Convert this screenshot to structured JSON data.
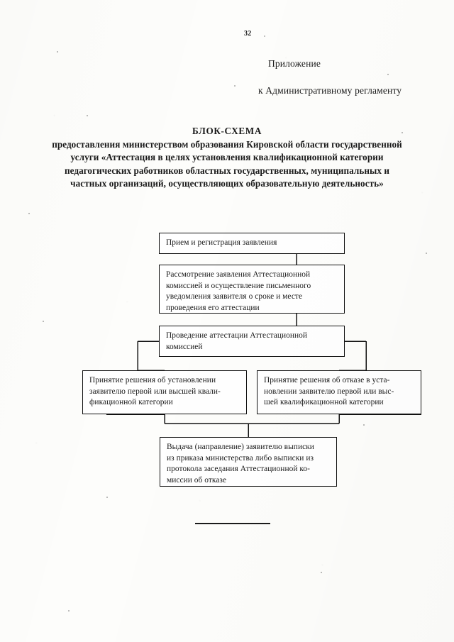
{
  "document": {
    "page_number": "32",
    "appendix": {
      "line1": "Приложение",
      "line2": "к Административному регламенту"
    },
    "title": {
      "heading": "БЛОК-СХЕМА",
      "line1": "предоставления министерством образования Кировской области",
      "line2": "государственной услуги «Аттестация в целях установления",
      "line3": "квалификационной категории педагогических работников",
      "line4": "областных государственных, муниципальных и частных",
      "line5": "организаций, осуществляющих образовательную деятельность»"
    },
    "flowchart": {
      "nodes": [
        {
          "id": "intake",
          "lines": [
            "Прием и регистрация заявления"
          ]
        },
        {
          "id": "review",
          "lines": [
            "Рассмотрение заявления Аттестационной",
            "комиссией и осуществление письменного",
            "уведомления заявителя о сроке и месте",
            "проведения его аттестации"
          ]
        },
        {
          "id": "attestation",
          "lines": [
            "Проведение аттестации Аттестационной",
            "комиссией"
          ]
        },
        {
          "id": "approve",
          "lines": [
            "Принятие решения об установлении",
            "заявителю первой или высшей квали-",
            "фикационной категории"
          ]
        },
        {
          "id": "refuse",
          "lines": [
            "Принятие решения об отказе в уста-",
            "новлении заявителю первой или выс-",
            "шей квалификационной категории"
          ]
        },
        {
          "id": "issue",
          "lines": [
            "Выдача (направление) заявителю выписки",
            "из приказа министерства либо выписки из",
            "протокола заседания Аттестационной ко-",
            "миссии об отказе"
          ]
        }
      ]
    },
    "colors": {
      "ink": "#111111",
      "paper": "#fdfdfb"
    }
  }
}
